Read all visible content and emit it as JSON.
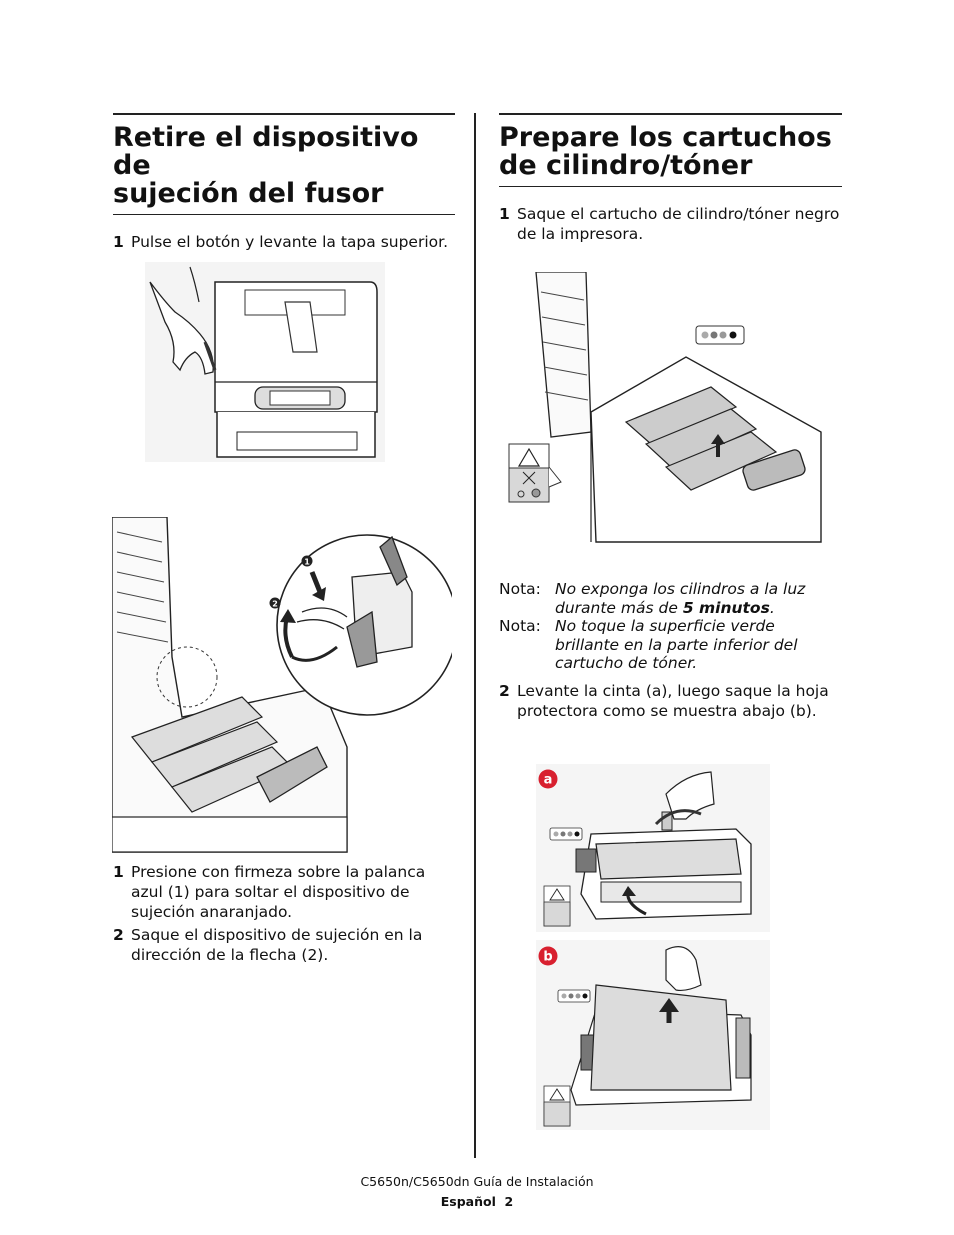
{
  "left": {
    "heading_line1": "Retire el dispositivo de",
    "heading_line2": "sujeción del fusor",
    "step1_num": "1",
    "step1_text": "Pulse el botón y levante la tapa superior.",
    "fig2_callout1": "1",
    "fig2_callout2": "2",
    "steps": [
      {
        "num": "1",
        "text": "Presione con firmeza sobre la palanca azul (1) para soltar el dispositivo de sujeción anaranjado."
      },
      {
        "num": "2",
        "text": "Saque el dispositivo de sujeción en la dirección de la flecha (2)."
      }
    ]
  },
  "right": {
    "heading_line1": "Prepare los cartuchos",
    "heading_line2": "de cilindro/tóner",
    "step1_num": "1",
    "step1_text": "Saque el cartucho de cilindro/tóner negro de la impresora.",
    "notes": [
      {
        "label": "Nota:",
        "text_before": "No exponga los cilindros a la luz durante más de ",
        "text_bold": "5 minutos",
        "text_after": "."
      },
      {
        "label": "Nota:",
        "text": "No toque la superficie verde brillante en la parte inferior del cartucho de tóner."
      }
    ],
    "step2_num": "2",
    "step2_text": "Levante la cinta (a), luego saque la hoja protectora como se muestra abajo (b).",
    "badge_a": "a",
    "badge_b": "b"
  },
  "footer": {
    "title": "C5650n/C5650dn Guía de Instalación",
    "page": "Español  2"
  },
  "colors": {
    "badge_red": "#d8202f",
    "rule": "#222222",
    "text": "#111111"
  }
}
